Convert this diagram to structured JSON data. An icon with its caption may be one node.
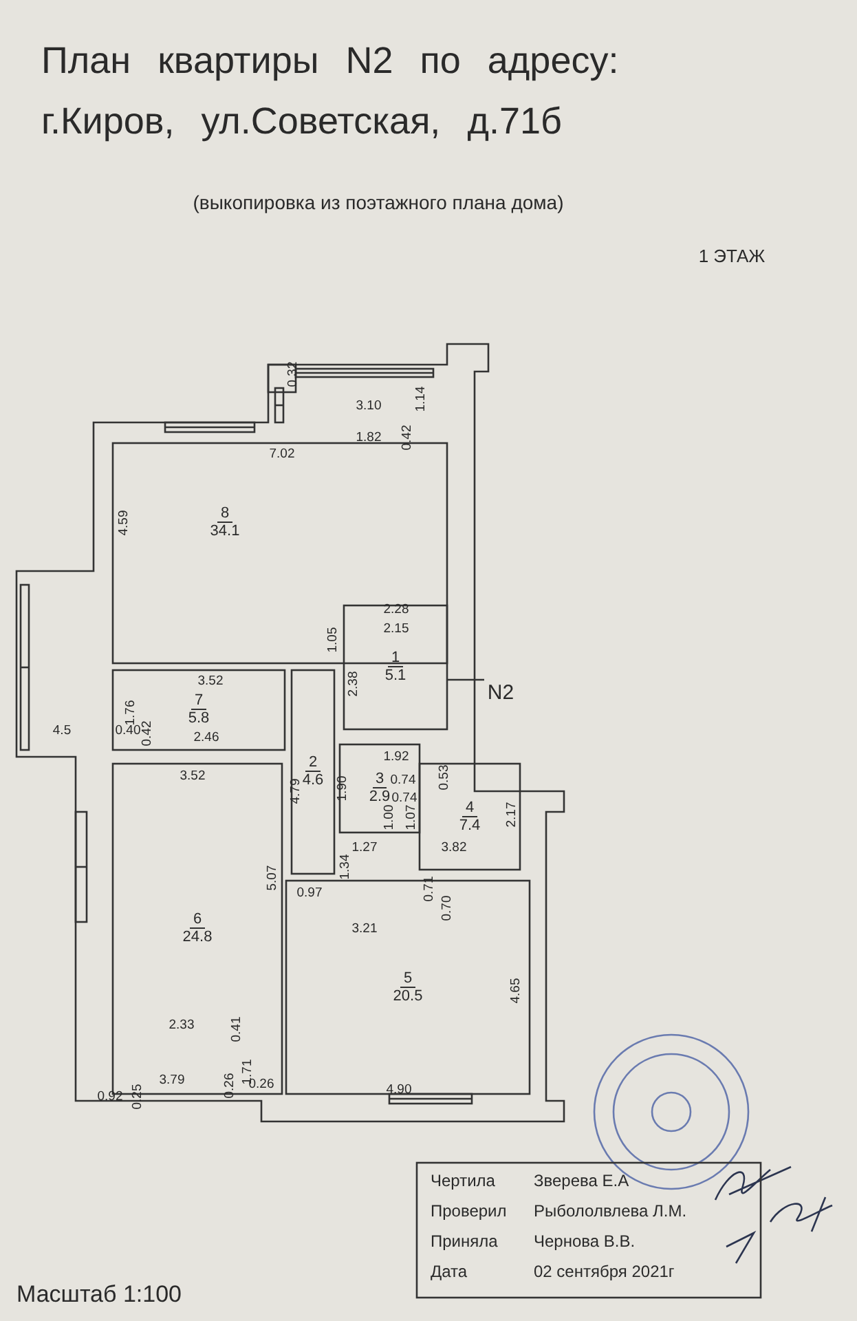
{
  "diagram": {
    "title": "План квартиры N2 по адресу: г.Киров, ул.Советская, д.71б",
    "nodes": [
      {
        "text": [
          "8",
          "34.1"
        ]
      },
      {
        "text": [
          "1",
          "5.1"
        ]
      },
      {
        "text": [
          "7",
          "5.8"
        ]
      },
      {
        "text": [
          "2",
          "4.6"
        ]
      },
      {
        "text": [
          "3",
          "2.9"
        ]
      },
      {
        "text": [
          "4",
          "7.4"
        ]
      },
      {
        "text": [
          "6",
          "24.8"
        ]
      },
      {
        "text": [
          "5",
          "20.5"
        ]
      },
      {
        "text": [
          "N2"
        ]
      }
    ],
    "edges": [
      {
        "from": 8,
        "to": 1,
        "arrow": "none"
      }
    ],
    "labels": [
      "(выкопировка из поэтажного плана дома)",
      "1 ЭТАЖ",
      "0.32",
      "3.10",
      "1.14",
      "1.82",
      "0.42",
      "7.02",
      "4.59",
      "2.28",
      "2.15",
      "1.05",
      "2.38",
      "3.52",
      "1.76",
      "0.40",
      "0.42",
      "4.5",
      "2.46",
      "1.92",
      "3.52",
      "4.79",
      "1.90",
      "0.74",
      "0.74",
      "0.53",
      "1.00",
      "1.07",
      "2.17",
      "1.27",
      "3.82",
      "1.34",
      "5.07",
      "0.97",
      "0.71",
      "0.70",
      "3.21",
      "4.65",
      "2.33",
      "0.41",
      "3.79",
      "1.71",
      "0.92",
      "0.25",
      "0.26",
      "0.26",
      "4.90",
      "Чертила",
      "Зверева Е.А",
      "Проверил",
      "Рыбололвлева Л.М.",
      "Приняла",
      "Чернова В.В.",
      "Дата",
      "02 сентября 2021г",
      "Масштаб 1:100"
    ]
  }
}
